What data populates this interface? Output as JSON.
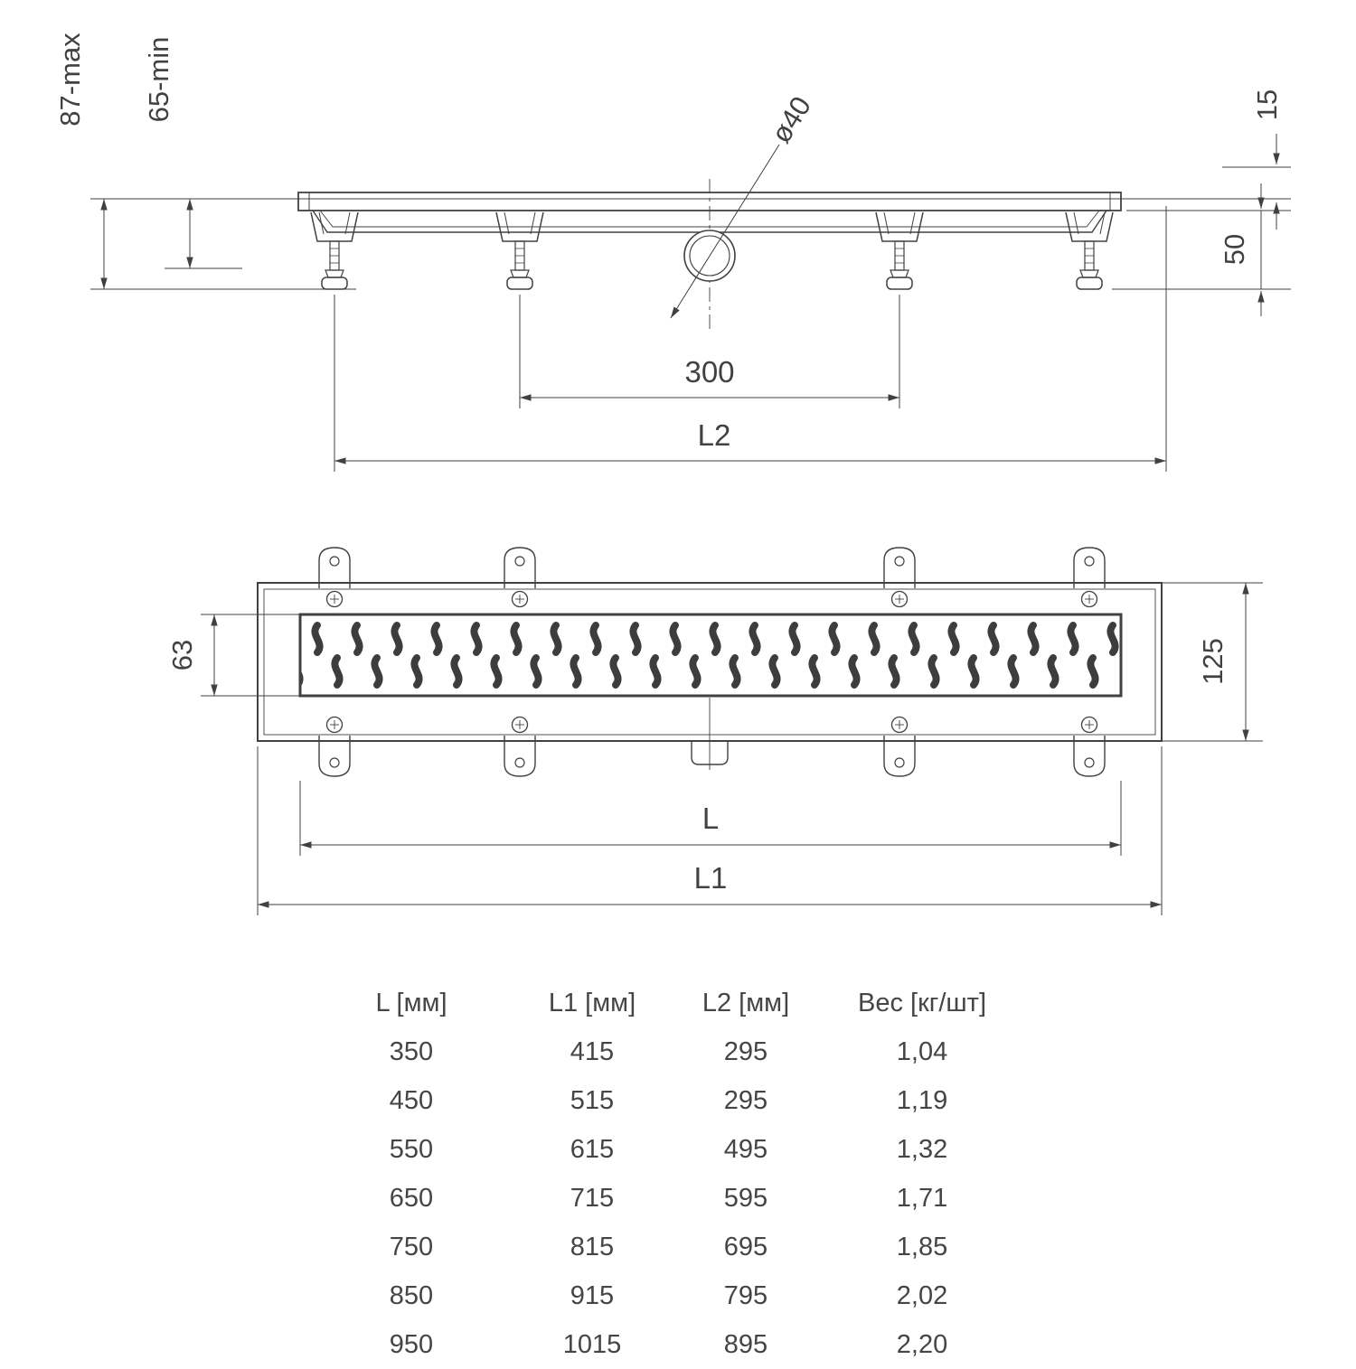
{
  "drawing": {
    "side_view": {
      "dim_height_max": "87-max",
      "dim_height_min": "65-min",
      "dim_edge_height": "15",
      "dim_body_height": "50",
      "dim_outlet_diameter": "ø40",
      "dim_feet_spacing": "300",
      "dim_length_l2": "L2"
    },
    "plan_view": {
      "dim_grate_width": "63",
      "dim_body_width": "125",
      "dim_length_l": "L",
      "dim_length_l1": "L1"
    }
  },
  "table": {
    "headers": [
      "L [мм]",
      "L1 [мм]",
      "L2 [мм]",
      "Вес [кг/шт]"
    ],
    "rows": [
      [
        "350",
        "415",
        "295",
        "1,04"
      ],
      [
        "450",
        "515",
        "295",
        "1,19"
      ],
      [
        "550",
        "615",
        "495",
        "1,32"
      ],
      [
        "650",
        "715",
        "595",
        "1,71"
      ],
      [
        "750",
        "815",
        "695",
        "1,85"
      ],
      [
        "850",
        "915",
        "795",
        "2,02"
      ],
      [
        "950",
        "1015",
        "895",
        "2,20"
      ]
    ]
  }
}
